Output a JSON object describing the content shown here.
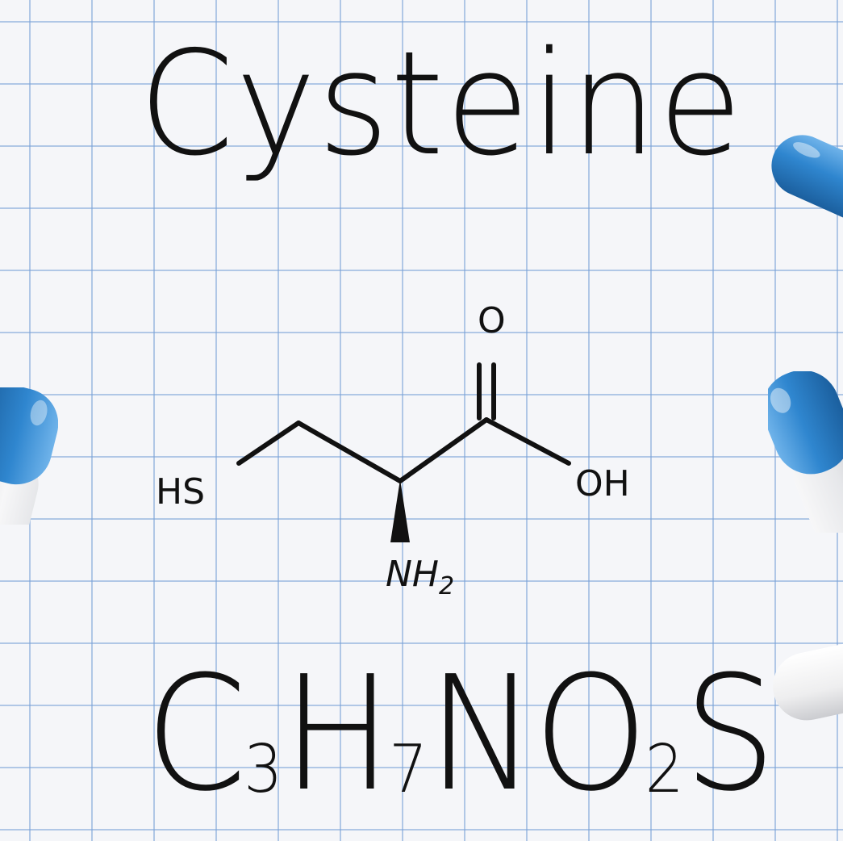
{
  "title": "Cysteine",
  "structure": {
    "hs": "HS",
    "oxygen": "O",
    "oh": "OH",
    "amine_main": "NH",
    "amine_sub": "2"
  },
  "formula": {
    "c": "C",
    "c_n": "3",
    "h": "H",
    "h_n": "7",
    "n": "N",
    "o": "O",
    "o_n": "2",
    "s": "S"
  },
  "colors": {
    "grid": "#78a0d7",
    "paper": "#f5f6f9",
    "ink": "#111111",
    "capsule_blue": "#2f86cf",
    "capsule_white": "#f3f3f4"
  },
  "icons": [
    "capsule-blue-white",
    "capsule-white"
  ]
}
